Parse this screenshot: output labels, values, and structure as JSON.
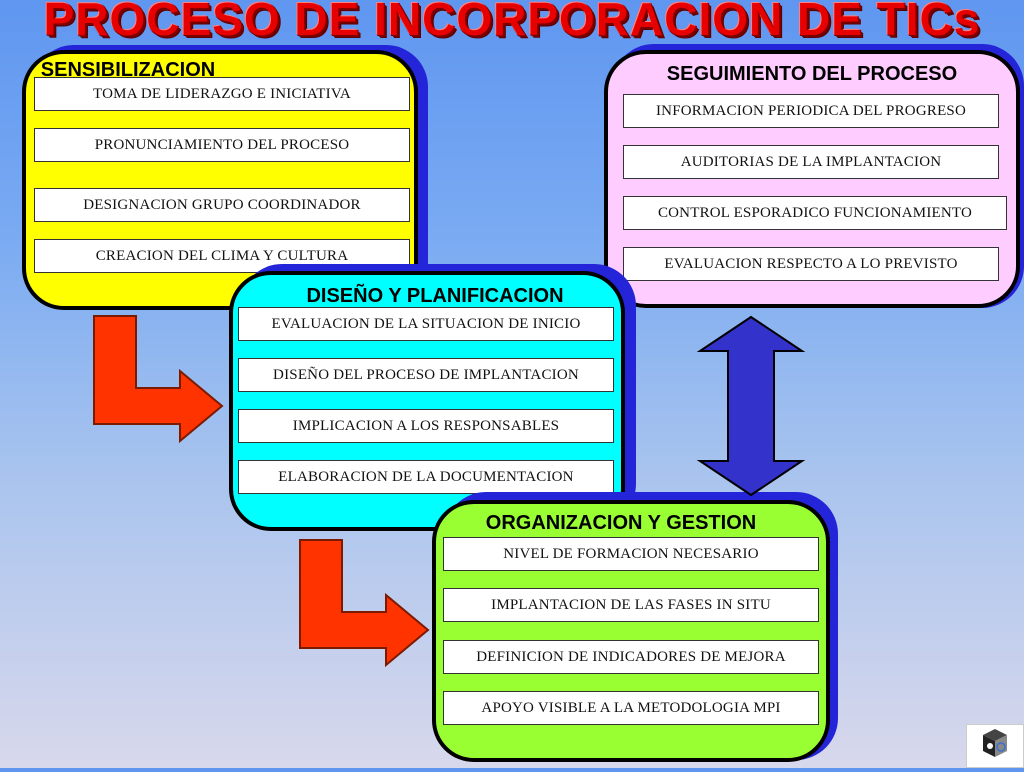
{
  "title": "PROCESO DE INCORPORACION DE TICs",
  "panels": {
    "sensibilizacion": {
      "title": "SENSIBILIZACION",
      "items": [
        "TOMA DE LIDERAZGO E INICIATIVA",
        "PRONUNCIAMIENTO DEL PROCESO",
        "DESIGNACION GRUPO  COORDINADOR",
        "CREACION DEL  CLIMA  Y  CULTURA"
      ]
    },
    "diseno": {
      "title": "DISEÑO  Y PLANIFICACION",
      "items": [
        "EVALUACION DE LA SITUACION DE INICIO",
        "DISEÑO DEL PROCESO DE IMPLANTACION",
        "IMPLICACION A  LOS RESPONSABLES",
        "ELABORACION DE LA  DOCUMENTACION"
      ]
    },
    "seguimiento": {
      "title": "SEGUIMIENTO DEL PROCESO",
      "items": [
        "INFORMACION PERIODICA DEL PROGRESO",
        "AUDITORIAS  DE LA  IMPLANTACION",
        "CONTROL  ESPORADICO FUNCIONAMIENTO",
        "EVALUACION RESPECTO A LO PREVISTO"
      ]
    },
    "organizacion": {
      "title": "ORGANIZACION  Y GESTION",
      "items": [
        "NIVEL DE FORMACION NECESARIO",
        "IMPLANTACION DE LAS FASES IN SITU",
        "DEFINICION DE INDICADORES DE MEJORA",
        "APOYO VISIBLE A LA METODOLOGIA MPI"
      ]
    }
  },
  "colors": {
    "sensibilizacion": "#ffff00",
    "diseno": "#00ffff",
    "seguimiento": "#ffccff",
    "organizacion": "#99ff33",
    "arrow_red": "#ff3300",
    "arrow_blue": "#3333cc",
    "shadow": "#2424d8",
    "title": "#e60000"
  },
  "logo": {
    "icon": "cube-logo-icon"
  }
}
